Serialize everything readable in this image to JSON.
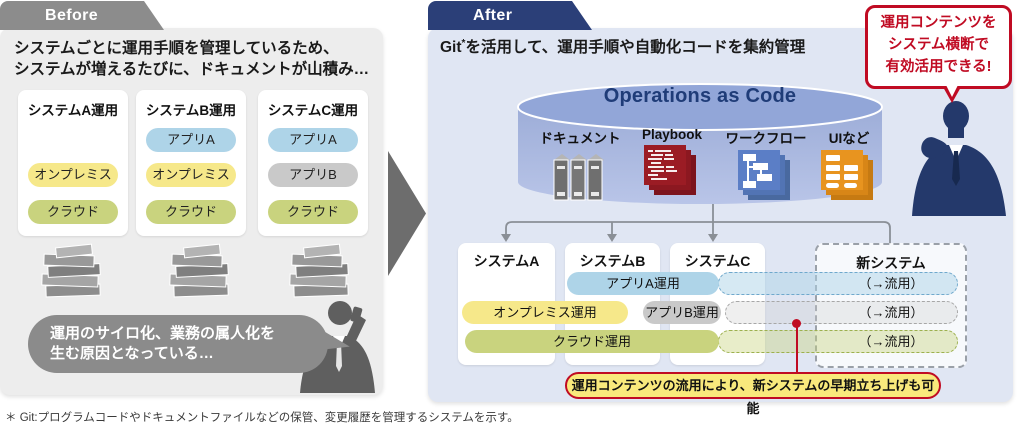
{
  "colors": {
    "before_banner_gray": "#8c8c8c",
    "after_banner_navy": "#2b3f78",
    "app_a_blue": "#aed4e8",
    "onpremise_yellow": "#f6e88a",
    "cloud_green": "#c9d37e",
    "app_b_gray": "#c9c9c9",
    "cylinder_blue": "#a6b4de",
    "playbook_red": "#9b1c24",
    "workflow_blue": "#5b7ec6",
    "ui_orange": "#e8941f",
    "accent_red": "#c00b23",
    "callout_yellow": "#f9e97c",
    "silhouette_navy": "#24396b",
    "silhouette_gray": "#5f5f5f"
  },
  "before": {
    "banner": "Before",
    "lead_line1": "システムごとに運用手順を管理しているため、",
    "lead_line2": "システムが増えるたびに、ドキュメントが山積み…",
    "columns": [
      {
        "title": "システムA運用",
        "pills": {
          "row2": "オンプレミス",
          "row3": "クラウド"
        }
      },
      {
        "title": "システムB運用",
        "pills": {
          "row1": "アプリA",
          "row2": "オンプレミス",
          "row3": "クラウド"
        }
      },
      {
        "title": "システムC運用",
        "pills": {
          "row1": "アプリA",
          "row2": "アプリB",
          "row3": "クラウド"
        }
      }
    ],
    "bubble": {
      "line1": "運用のサイロ化、業務の属人化を",
      "line2": "生む原因となっている…"
    }
  },
  "after": {
    "banner": "After",
    "lead": {
      "prefix": "Git",
      "sup": "*",
      "rest": "を活用して、運用手順や自動化コードを集約管理"
    },
    "cylinder": {
      "title": "Operations as Code",
      "items": [
        {
          "label": "ドキュメント",
          "icon": "binder-icon"
        },
        {
          "label": "Playbook",
          "icon": "code-pages-icon"
        },
        {
          "label": "ワークフロー",
          "icon": "workflow-pages-icon"
        },
        {
          "label": "UIなど",
          "icon": "ui-pages-icon"
        }
      ]
    },
    "systems": {
      "a": "システムA",
      "b": "システムB",
      "c": "システムC",
      "new": "新システム"
    },
    "rows": [
      {
        "label": "アプリA運用",
        "reuse": "（→流用）"
      },
      {
        "label_left": "オンプレミス運用",
        "label_right": "アプリB運用",
        "reuse": "（→流用）"
      },
      {
        "label": "クラウド運用",
        "reuse": "（→流用）"
      }
    ],
    "top_callout": {
      "line1": "運用コンテンツを",
      "line2": "システム横断で",
      "line3": "有効活用できる!"
    },
    "bottom_callout": "運用コンテンツの流用により、新システムの早期立ち上げも可能"
  },
  "footnote": "＊ Git:プログラムコードやドキュメントファイルなどの保管、変更履歴を管理するシステムを示す。"
}
